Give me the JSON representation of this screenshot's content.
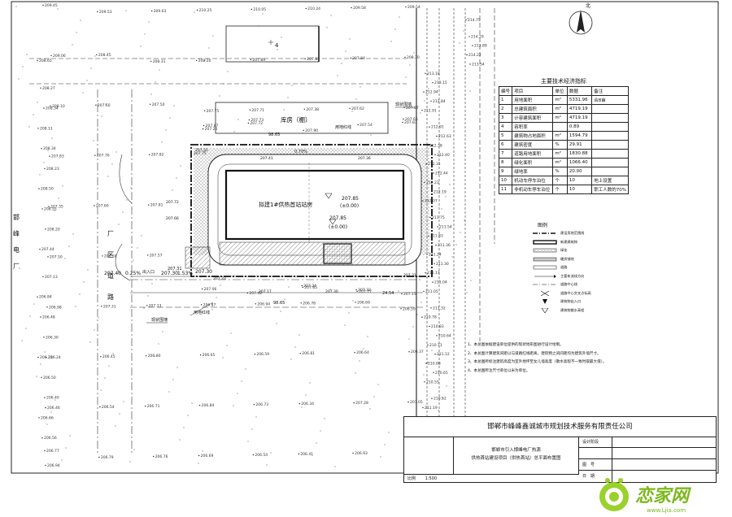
{
  "compass": {
    "north_label": "北"
  },
  "labels": {
    "warehouse": "库房（棚）",
    "warehouse_number": "4",
    "new_building": "拟建1#供热首站站房",
    "elev_main": "207.85",
    "elev_main_rel": "(±0.00)",
    "elev_main2": "207.85",
    "elev_main2_rel": "(±0.00)",
    "road_name_chars": [
      "邯",
      "峰",
      "电",
      "厂"
    ],
    "road_name_chars2": [
      "厂",
      "区",
      "道",
      "路"
    ],
    "property_line_label": "用地红线",
    "property_line_label2": "用地红线",
    "wall_label": "现状围墙",
    "wall_label2": "现状围墙",
    "entrance_label": "出入口",
    "dim_top": "98.65",
    "dim_bottom": "98.65",
    "dim_right": "24.54",
    "width_label": "0.70%",
    "coord_a": "207.40",
    "coord_b": "0.25%",
    "coord_c": "207.30",
    "coord_d": "1.53%",
    "coord_e": "207.30",
    "coord_f": "207.31",
    "coord_g": "207.33",
    "coord_h": "207.17",
    "coord_i": "207.30",
    "coord_j": "207.75",
    "coord_k": "207.55",
    "coord_l": "207.41",
    "coord_m": "207.36",
    "coord_n": "207.72",
    "coord_o": "207.66",
    "coord_p": "207.31"
  },
  "elevations": [
    "209.45",
    "209.53",
    "209.63",
    "210.25",
    "210.05",
    "210.24",
    "209.58",
    "209.54",
    "209.06",
    "208.45",
    "208.31",
    "208.20",
    "207.89",
    "207.83",
    "207.84",
    "208.30",
    "208.10",
    "207.60",
    "207.50",
    "207.75",
    "207.71",
    "207.38",
    "207.62",
    "207.87",
    "207.83",
    "207.76",
    "207.82",
    "207.87",
    "207.73",
    "207.90",
    "207.54",
    "207.65",
    "207.35",
    "207.60",
    "207.81",
    "207.20",
    "207.72",
    "207.65",
    "207.77",
    "207.83",
    "207.50",
    "207.58",
    "207.57",
    "207.06",
    "207.42",
    "207.24",
    "207.32",
    "207.15",
    "206.98",
    "207.31",
    "207.13",
    "206.87",
    "206.94",
    "206.78",
    "206.69",
    "206.59",
    "206.24",
    "206.45",
    "206.80",
    "206.65",
    "206.59",
    "206.81",
    "206.64",
    "206.37",
    "206.46",
    "206.54",
    "206.71",
    "206.84",
    "206.73",
    "206.34",
    "207.28",
    "207.05",
    "206.77",
    "206.79",
    "206.76",
    "206.69",
    "206.54",
    "206.41",
    "206.93",
    "206.94"
  ],
  "right_elevations": [
    "214.75",
    "214.29",
    "213.89",
    "214.22",
    "213.54",
    "213.18",
    "213.15",
    "212.94",
    "212.84",
    "212.91",
    "212.91",
    "212.63",
    "212.38",
    "212.40",
    "212.31",
    "212.44",
    "212.23",
    "212.19",
    "212.07",
    "211.75",
    "211.54",
    "211.83",
    "211.36",
    "211.24",
    "211.30",
    "211.17",
    "211.04",
    "211.05",
    "211.32",
    "210.78",
    "210.83",
    "210.64",
    "210.71",
    "211.12",
    "210.88",
    "210.65",
    "210.55",
    "210.52",
    "211.19"
  ],
  "left_elevations": [
    "208.65",
    "208.27",
    "208.34",
    "208.11",
    "208.34",
    "208.23",
    "208.50",
    "208.55",
    "208.20",
    "207.44",
    "207.13",
    "206.84",
    "206.48",
    "206.30",
    "206.21",
    "206.50",
    "206.40",
    "206.66",
    "206.56",
    "206.94"
  ],
  "econ_table": {
    "title": "主要技术经济指标",
    "headers": [
      "编号",
      "项目",
      "单位",
      "数据",
      "备注"
    ],
    "rows": [
      [
        "1",
        "用地面积",
        "m²",
        "5331.96",
        "合8亩"
      ],
      [
        "2",
        "总建筑面积",
        "m²",
        "4719.19",
        ""
      ],
      [
        "3",
        "计容建筑面积",
        "m²",
        "4719.19",
        ""
      ],
      [
        "4",
        "容积率",
        "",
        "0.89",
        ""
      ],
      [
        "5",
        "建筑物占地面积",
        "m²",
        "1594.79",
        ""
      ],
      [
        "6",
        "建筑密度",
        "%",
        "29.91",
        ""
      ],
      [
        "7",
        "道路用地面积",
        "m²",
        "1830.88",
        ""
      ],
      [
        "8",
        "绿化面积",
        "m²",
        "1066.40",
        ""
      ],
      [
        "9",
        "绿地率",
        "%",
        "20.00",
        ""
      ],
      [
        "10",
        "机动车停车泊位",
        "个",
        "10",
        "地上设置"
      ],
      [
        "11",
        "非机动车停车泊位",
        "个",
        "10",
        "职工人数的70%"
      ]
    ]
  },
  "legend": {
    "title": "图例",
    "items": [
      {
        "label": "建设用地范围线",
        "style": "dash"
      },
      {
        "label": "新建建筑物",
        "style": "bold"
      },
      {
        "label": "绿化",
        "style": "dots"
      },
      {
        "label": "硬质铺地",
        "style": "hatch"
      },
      {
        "label": "道路",
        "style": "box"
      },
      {
        "label": "主要车流线方向",
        "style": "arrow"
      },
      {
        "label": "道路中心线",
        "style": "dashdot"
      },
      {
        "label": "道路中心交叉点标高",
        "style": "cross"
      },
      {
        "label": "建筑物出入口",
        "style": "entry"
      },
      {
        "label": "建筑物散水高程",
        "style": "tri"
      }
    ]
  },
  "notes": [
    "1、本总图依据建设单位提供的现状地形图进行设计绘制。",
    "2、本总图计算建筑间距以与道路红线距离，建筑物之间间距均为建筑外墙尺寸。",
    "3、本总图所标注建筑高度为室外地坪至女儿墙高度（散水高程不一致时取最大值）。",
    "4、本总图所注尺寸单位以米为单位。"
  ],
  "title_block": {
    "company": "邯郸市峰峰鑫诚城市规划技术服务有限责任公司",
    "project_line1": "邯郸市引入邯峰电厂热源",
    "project_line2": "供热首站建设项目（供热首站）总平面布置图",
    "scale_label": "比例",
    "scale_value": "1:500",
    "right_rows": [
      "设计阶段",
      "",
      "图　号",
      "日　期"
    ]
  },
  "logo": {
    "text": "恋家网",
    "url": "www.Ljia.com"
  }
}
